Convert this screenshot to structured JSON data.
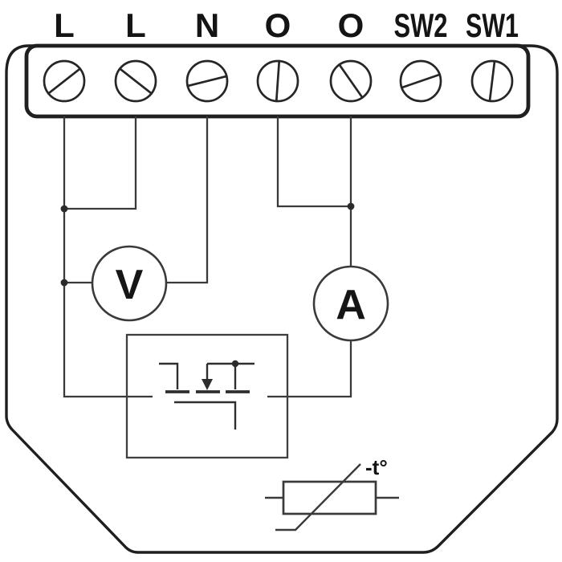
{
  "diagram": {
    "type": "relay-wiring-schematic",
    "terminals": [
      {
        "label": "L",
        "slot_angle": -38
      },
      {
        "label": "L",
        "slot_angle": 38
      },
      {
        "label": "N",
        "slot_angle": -14
      },
      {
        "label": "O",
        "slot_angle": -86
      },
      {
        "label": "O",
        "slot_angle": 55
      },
      {
        "label": "SW2",
        "slot_angle": -19
      },
      {
        "label": "SW1",
        "slot_angle": -83
      }
    ],
    "voltmeter": {
      "label": "V"
    },
    "ammeter": {
      "label": "A"
    },
    "thermistor": {
      "label": "-t°"
    },
    "colors": {
      "line": "#1f1f1f",
      "wire": "#3a3a3a",
      "text": "#141414",
      "background": "#ffffff"
    }
  }
}
